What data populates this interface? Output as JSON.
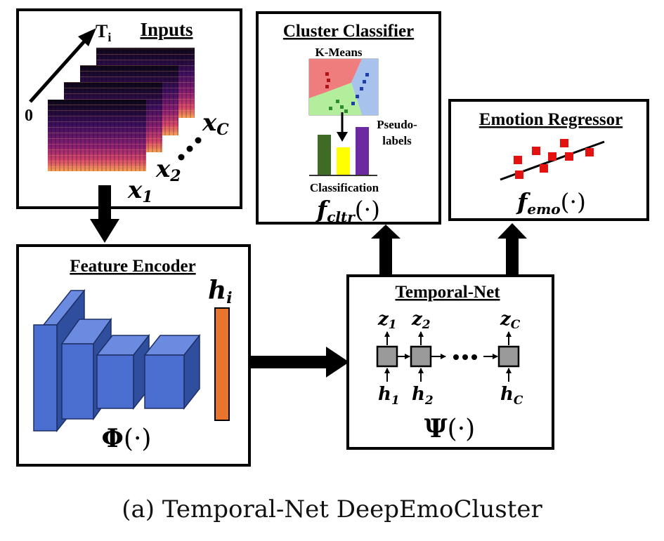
{
  "inputs": {
    "title": "Inputs",
    "axis_start": "0",
    "axis_end": "T",
    "axis_end_sub": "i",
    "x1": "x",
    "x1_sub": "1",
    "x2": "x",
    "x2_sub": "2",
    "xc": "x",
    "xc_sub": "C"
  },
  "cluster": {
    "title": "Cluster Classifier",
    "kmeans_label": "K-Means",
    "pseudo_line1": "Pseudo-",
    "pseudo_line2": "labels",
    "classification_label": "Classification",
    "func_main": "f",
    "func_sub": "cltr",
    "func_arg": "(·)"
  },
  "emotion": {
    "title": "Emotion Regressor",
    "func_main": "f",
    "func_sub": "emo",
    "func_arg": "(·)"
  },
  "encoder": {
    "title": "Feature Encoder",
    "h_main": "h",
    "h_sub": "i",
    "func_main": "Φ",
    "func_arg": "(·)"
  },
  "temporal": {
    "title": "Temporal-Net",
    "z1": "z",
    "z1_sub": "1",
    "z2": "z",
    "z2_sub": "2",
    "zc": "z",
    "zc_sub": "C",
    "h1": "h",
    "h1_sub": "1",
    "h2": "h",
    "h2_sub": "2",
    "hc": "h",
    "hc_sub": "C",
    "func_main": "Ψ",
    "func_arg": "(·)"
  },
  "caption": "(a) Temporal-Net DeepEmoCluster",
  "colors": {
    "cube_face": "#4a6fd0",
    "cube_side": "#2f4f9e",
    "embedding_bar": "#e8742e",
    "rnn_cell": "#9a9a9a",
    "point_red": "#e41111",
    "bar_green": "#3f6b26",
    "bar_yellow": "#ffff00",
    "bar_purple": "#6b2aa0"
  }
}
